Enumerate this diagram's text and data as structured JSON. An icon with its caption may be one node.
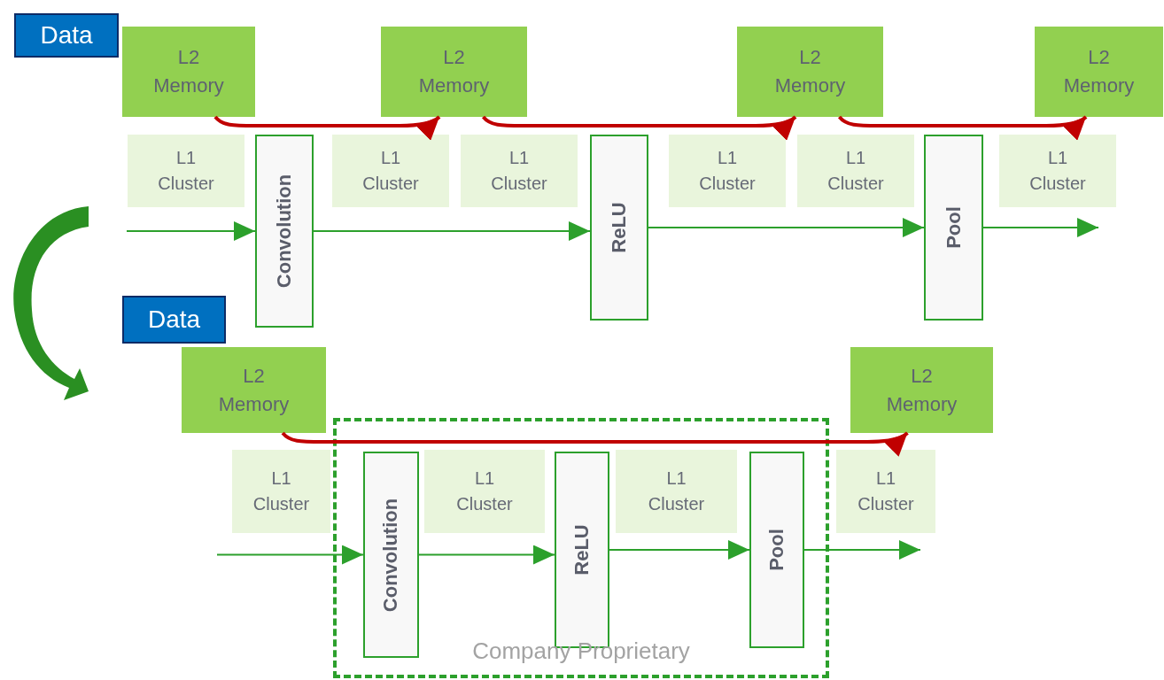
{
  "diagram": {
    "nodes": [
      {
        "text": [
          "Data"
        ]
      },
      {
        "text": [
          "L2 Memory"
        ]
      },
      {
        "text": [
          "L2 Memory"
        ]
      },
      {
        "text": [
          "L2 Memory"
        ]
      },
      {
        "text": [
          "L2 Memory"
        ]
      },
      {
        "text": [
          "L1 Cluster"
        ]
      },
      {
        "text": [
          "Convolution"
        ]
      },
      {
        "text": [
          "L1 Cluster"
        ]
      },
      {
        "text": [
          "L1 Cluster"
        ]
      },
      {
        "text": [
          "ReLU"
        ]
      },
      {
        "text": [
          "L1 Cluster"
        ]
      },
      {
        "text": [
          "L1 Cluster"
        ]
      },
      {
        "text": [
          "Pool"
        ]
      },
      {
        "text": [
          "L1 Cluster"
        ]
      },
      {
        "text": [
          "Data"
        ]
      },
      {
        "text": [
          "L2 Memory"
        ]
      },
      {
        "text": [
          "L2 Memory"
        ]
      },
      {
        "text": [
          "Company Proprietary"
        ]
      },
      {
        "text": [
          "L1 Cluster"
        ]
      },
      {
        "text": [
          "Convolution"
        ],
        "in": 17
      },
      {
        "text": [
          "L1 Cluster"
        ],
        "in": 17
      },
      {
        "text": [
          "ReLU"
        ],
        "in": 17
      },
      {
        "text": [
          "L1 Cluster"
        ],
        "in": 17
      },
      {
        "text": [
          "Pool"
        ],
        "in": 17
      },
      {
        "text": [
          "L1 Cluster"
        ]
      }
    ],
    "edges": [
      {
        "from": null,
        "to": 6,
        "arrow": "to"
      },
      {
        "from": 6,
        "to": 9,
        "arrow": "to"
      },
      {
        "from": 9,
        "to": 12,
        "arrow": "to"
      },
      {
        "from": 12,
        "to": 13,
        "arrow": "to"
      },
      {
        "from": 1,
        "to": 2,
        "arrow": "to",
        "style": "thick",
        "color": "#c00000"
      },
      {
        "from": 2,
        "to": 3,
        "arrow": "to",
        "style": "thick",
        "color": "#c00000"
      },
      {
        "from": 3,
        "to": 4,
        "arrow": "to",
        "style": "thick",
        "color": "#c00000"
      },
      {
        "from": null,
        "to": 19,
        "arrow": "to"
      },
      {
        "from": 19,
        "to": 21,
        "arrow": "to"
      },
      {
        "from": 21,
        "to": 23,
        "arrow": "to"
      },
      {
        "from": 23,
        "to": 24,
        "arrow": "to"
      },
      {
        "from": 15,
        "to": 16,
        "arrow": "to",
        "style": "thick",
        "color": "#c00000"
      }
    ]
  }
}
